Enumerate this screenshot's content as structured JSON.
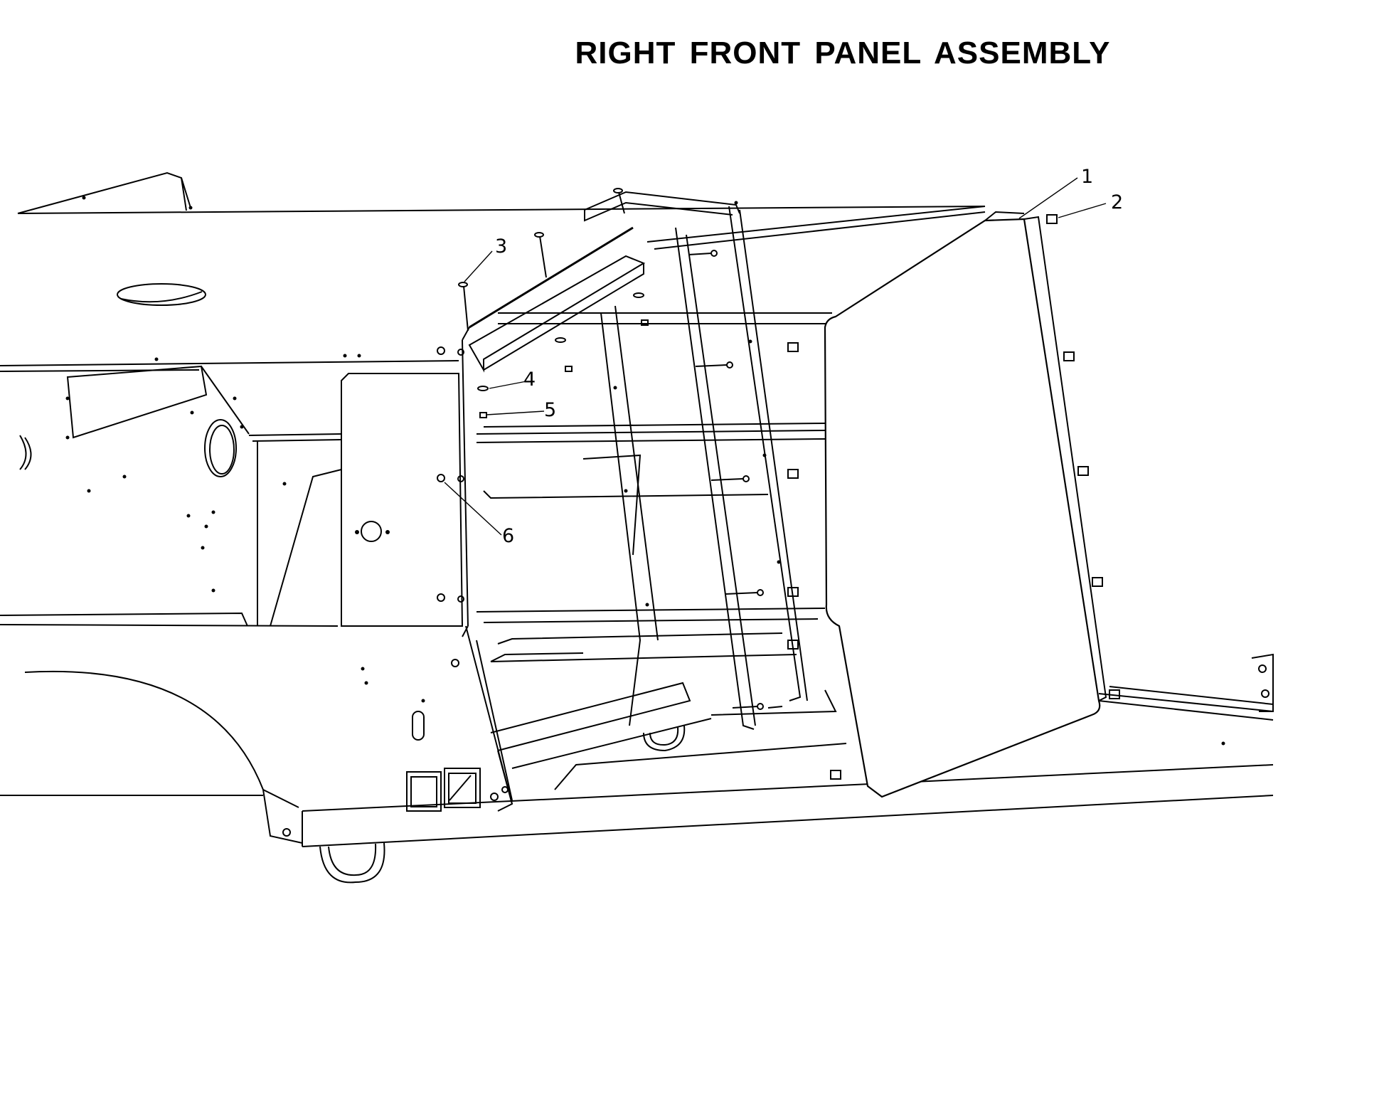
{
  "title": "RIGHT FRONT PANEL ASSEMBLY",
  "callouts": [
    {
      "id": "1",
      "label": "1"
    },
    {
      "id": "2",
      "label": "2"
    },
    {
      "id": "3",
      "label": "3"
    },
    {
      "id": "4",
      "label": "4"
    },
    {
      "id": "5",
      "label": "5"
    },
    {
      "id": "6",
      "label": "6"
    }
  ]
}
